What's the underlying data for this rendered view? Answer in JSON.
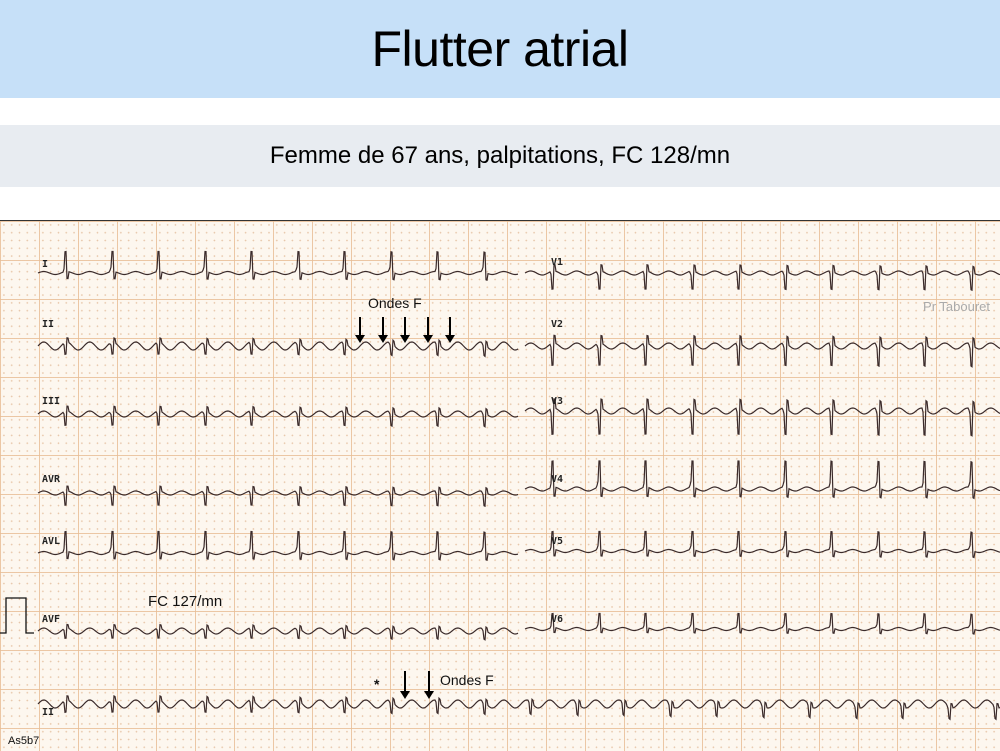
{
  "slide": {
    "title": "Flutter atrial",
    "subtitle": "Femme de 67 ans, palpitations, FC 128/mn"
  },
  "ecg": {
    "leads_left": [
      "I",
      "II",
      "III",
      "AVR",
      "AVL",
      "AVF",
      "II"
    ],
    "leads_right": [
      "V1",
      "V2",
      "V3",
      "V4",
      "V5",
      "V6"
    ],
    "annotation_top": "Ondes F",
    "annotation_bottom": "Ondes F",
    "heart_rate_label": "FC 127/mn",
    "asterisk": "*",
    "watermark": "Pr Tabouret",
    "code": "As5b7",
    "trace_color": "#3a2a2a"
  }
}
